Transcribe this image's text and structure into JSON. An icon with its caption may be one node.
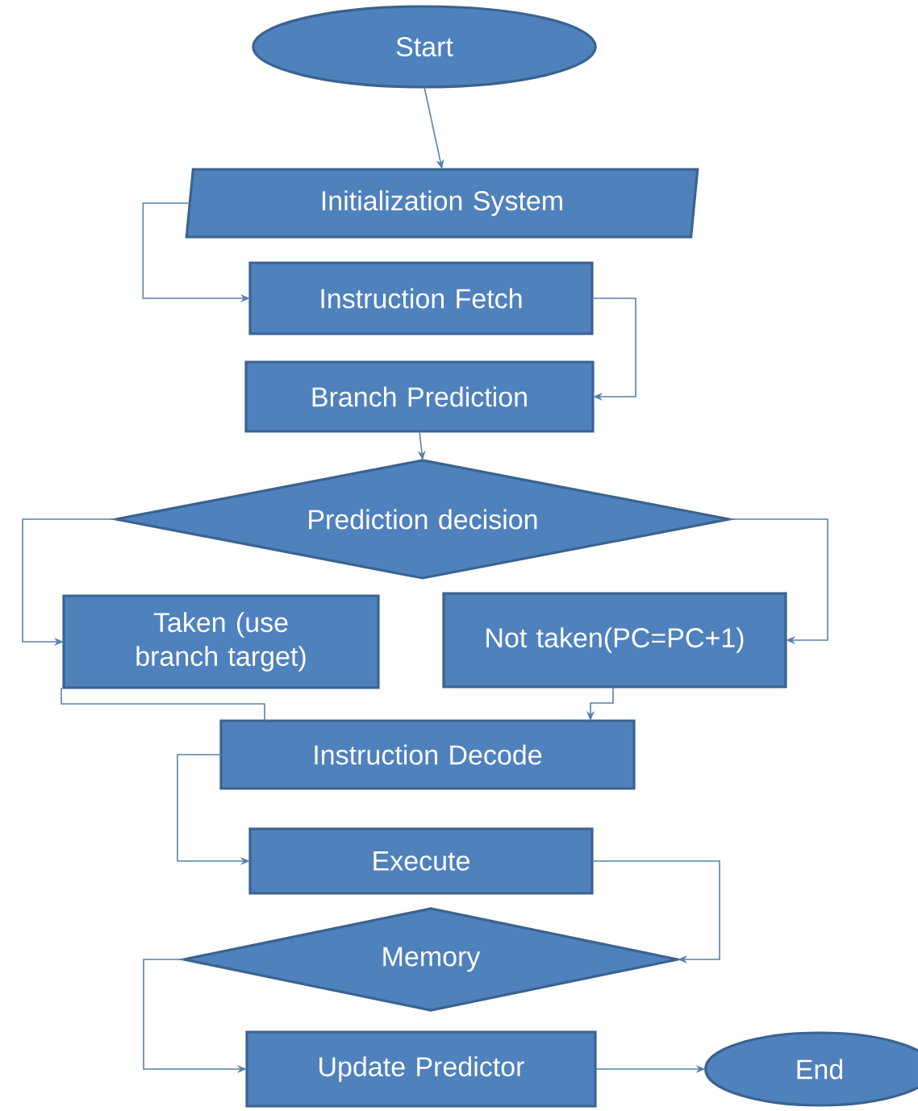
{
  "diagram": {
    "nodes": [
      {
        "text": [
          "Start"
        ]
      },
      {
        "text": [
          "Initialization  System"
        ]
      },
      {
        "text": [
          "Instruction Fetch"
        ]
      },
      {
        "text": [
          "Branch Prediction"
        ]
      },
      {
        "text": [
          "Prediction decision"
        ]
      },
      {
        "text": [
          "Taken (use branch target)"
        ]
      },
      {
        "text": [
          "Not taken(PC=PC+1)"
        ]
      },
      {
        "text": [
          "Instruction Decode"
        ]
      },
      {
        "text": [
          "Execute"
        ]
      },
      {
        "text": [
          "Memory"
        ]
      },
      {
        "text": [
          "Update Predictor"
        ]
      },
      {
        "text": [
          "End"
        ]
      }
    ],
    "edges": [
      {
        "from": 0,
        "to": 1,
        "arrow": "to"
      },
      {
        "from": 1,
        "to": 2,
        "arrow": "to"
      },
      {
        "from": 2,
        "to": 3,
        "arrow": "to"
      },
      {
        "from": 3,
        "to": 4,
        "arrow": "to"
      },
      {
        "from": 4,
        "to": 5,
        "arrow": "to"
      },
      {
        "from": 4,
        "to": 6,
        "arrow": "to"
      },
      {
        "from": 5,
        "to": 7,
        "arrow": "none"
      },
      {
        "from": 6,
        "to": 7,
        "arrow": "to"
      },
      {
        "from": 7,
        "to": 8,
        "arrow": "to"
      },
      {
        "from": 8,
        "to": 9,
        "arrow": "to"
      },
      {
        "from": 9,
        "to": 10,
        "arrow": "to"
      },
      {
        "from": 10,
        "to": 11,
        "arrow": "to"
      }
    ]
  }
}
